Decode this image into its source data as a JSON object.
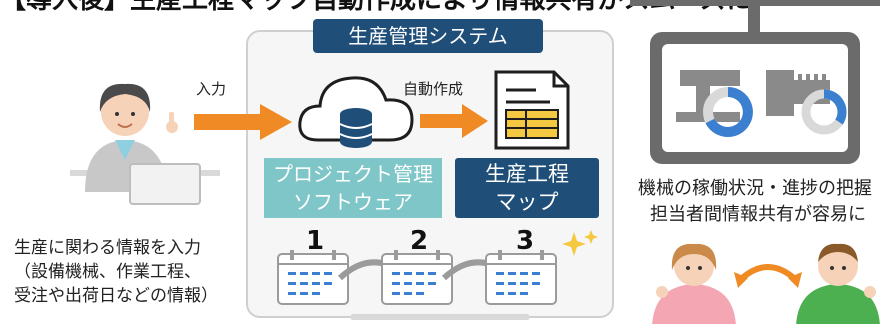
{
  "header": {
    "title": "【導入後】生産工程マップ自動作成により情報共有がスムーズに"
  },
  "system_label": "生産管理システム",
  "arrows": {
    "input": "入力",
    "auto_create": "自動作成"
  },
  "boxes": {
    "project_software": [
      "プロジェクト管理",
      "ソフトウェア"
    ],
    "process_map": [
      "生産工程",
      "マップ"
    ]
  },
  "steps": [
    "1",
    "2",
    "3"
  ],
  "captions": {
    "input": [
      "生産に関わる情報を入力",
      "（設備機械、作業工程、",
      "受注や出荷日などの情報）"
    ],
    "monitor": [
      "機械の稼働状況・進捗の把握",
      "担当者間情報共有が容易に"
    ]
  },
  "colors": {
    "navy": "#1f4e79",
    "teal": "#7fc6c8",
    "orange": "#f08a24",
    "gray_frame": "#6b6b6b",
    "blue_dot": "#3a7fd0"
  }
}
